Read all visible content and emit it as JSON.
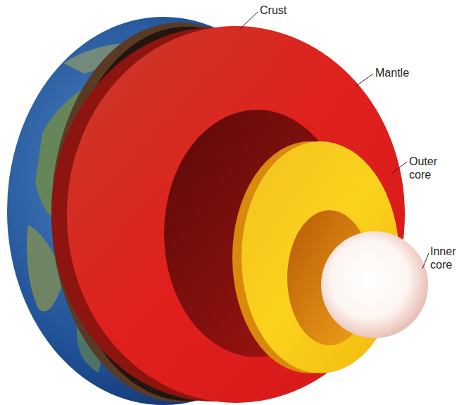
{
  "diagram": {
    "labels": [
      "Crust",
      "Mantle",
      "Outer core",
      "Inner core"
    ]
  }
}
